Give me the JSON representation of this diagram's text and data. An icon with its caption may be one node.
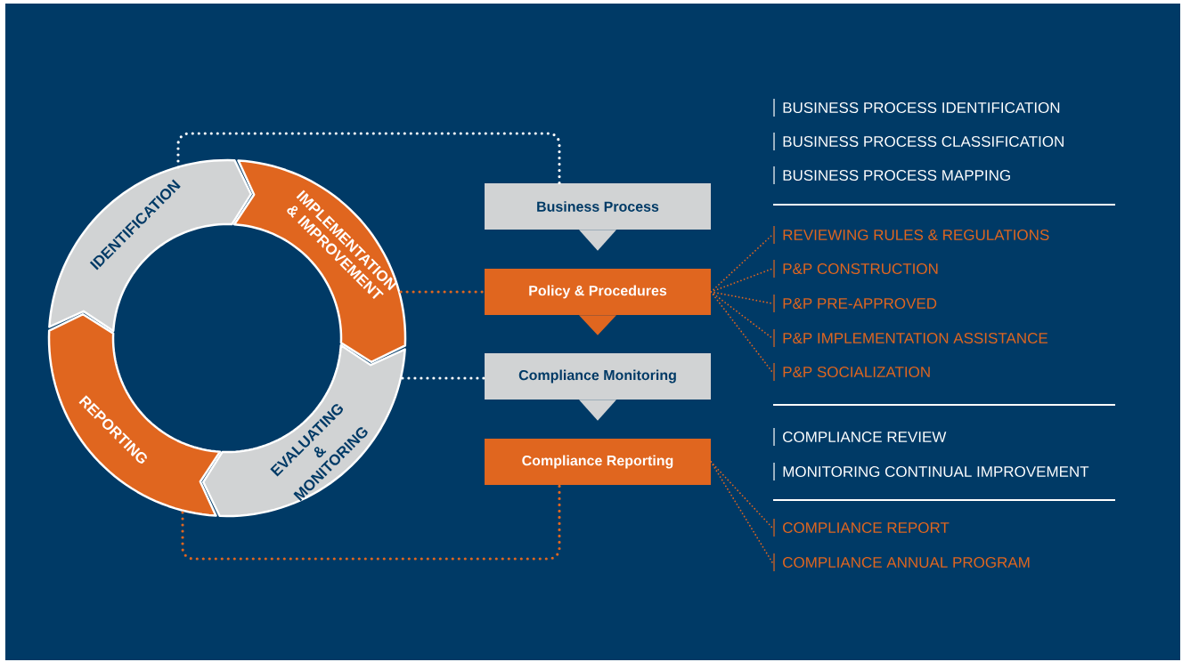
{
  "diagram": {
    "nodes": [
      {
        "text": [
          "IDENTIFICATION"
        ]
      },
      {
        "text": [
          "IMPLEMENTATION & IMPROVEMENT"
        ]
      },
      {
        "text": [
          "EVALUATING & MONITORING"
        ]
      },
      {
        "text": [
          "REPORTING"
        ]
      },
      {
        "text": [
          "Business Process"
        ]
      },
      {
        "text": [
          "Policy & Procedures"
        ]
      },
      {
        "text": [
          "Compliance Monitoring"
        ]
      },
      {
        "text": [
          "Compliance Reporting"
        ]
      },
      {
        "text": [
          "REVIEWING RULES & REGULATIONS"
        ]
      },
      {
        "text": [
          "P&P CONSTRUCTION"
        ]
      },
      {
        "text": [
          "P&P PRE-APPROVED"
        ]
      },
      {
        "text": [
          "P&P IMPLEMENTATION ASSISTANCE"
        ]
      },
      {
        "text": [
          "P&P SOCIALIZATION"
        ]
      },
      {
        "text": [
          "COMPLIANCE REPORT"
        ]
      },
      {
        "text": [
          "COMPLIANCE ANNUAL PROGRAM"
        ]
      }
    ],
    "edges": [
      {
        "from": 0,
        "to": 4,
        "arrow": "none",
        "color": "#ffffff"
      },
      {
        "from": 1,
        "to": 5,
        "arrow": "none"
      },
      {
        "from": 2,
        "to": 6,
        "arrow": "none",
        "color": "#ffffff"
      },
      {
        "from": 3,
        "to": 7,
        "arrow": "none"
      },
      {
        "from": 4,
        "to": 5,
        "arrow": "to",
        "color": "#d1d3d4"
      },
      {
        "from": 5,
        "to": 6,
        "arrow": "to"
      },
      {
        "from": 6,
        "to": 7,
        "arrow": "to",
        "color": "#d1d3d4"
      },
      {
        "from": 5,
        "to": 8,
        "arrow": "none"
      },
      {
        "from": 5,
        "to": 9,
        "arrow": "none"
      },
      {
        "from": 5,
        "to": 10,
        "arrow": "none"
      },
      {
        "from": 5,
        "to": 11,
        "arrow": "none"
      },
      {
        "from": 5,
        "to": 12,
        "arrow": "none"
      },
      {
        "from": 7,
        "to": 13,
        "arrow": "none"
      },
      {
        "from": 7,
        "to": 14,
        "arrow": "none"
      }
    ],
    "labels": [
      "BUSINESS PROCESS IDENTIFICATION",
      "BUSINESS PROCESS CLASSIFICATION",
      "BUSINESS PROCESS MAPPING",
      "COMPLIANCE REVIEW",
      "MONITORING CONTINUAL IMPROVEMENT"
    ]
  }
}
